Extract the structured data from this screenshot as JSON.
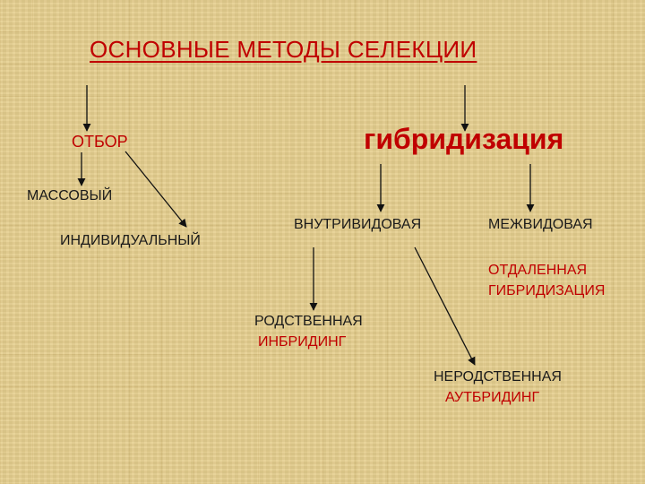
{
  "title": "ОСНОВНЫЕ МЕТОДЫ СЕЛЕКЦИИ",
  "otbor": "ОТБОР",
  "gibridizatsiya": "гибридизация",
  "massovy": "МАССОВЫЙ",
  "individualny": "ИНДИВИДУАЛЬНЫЙ",
  "vnutrividovaya": "ВНУТРИВИДОВАЯ",
  "mezhvidovaya": "МЕЖВИДОВАЯ",
  "otdalennaya_line1": "ОТДАЛЕННАЯ",
  "otdalennaya_line2": "ГИБРИДИЗАЦИЯ",
  "rodstvennaya": "РОДСТВЕННАЯ",
  "inbriding": "ИНБРИДИНГ",
  "nerodstvennaya": "НЕРОДСТВЕННАЯ",
  "autbriding": "АУТБРИДИНГ",
  "colors": {
    "accent_red": "#c00000",
    "text_dark": "#1a1a1a",
    "line": "#111111",
    "background": "#e6cf8e"
  }
}
